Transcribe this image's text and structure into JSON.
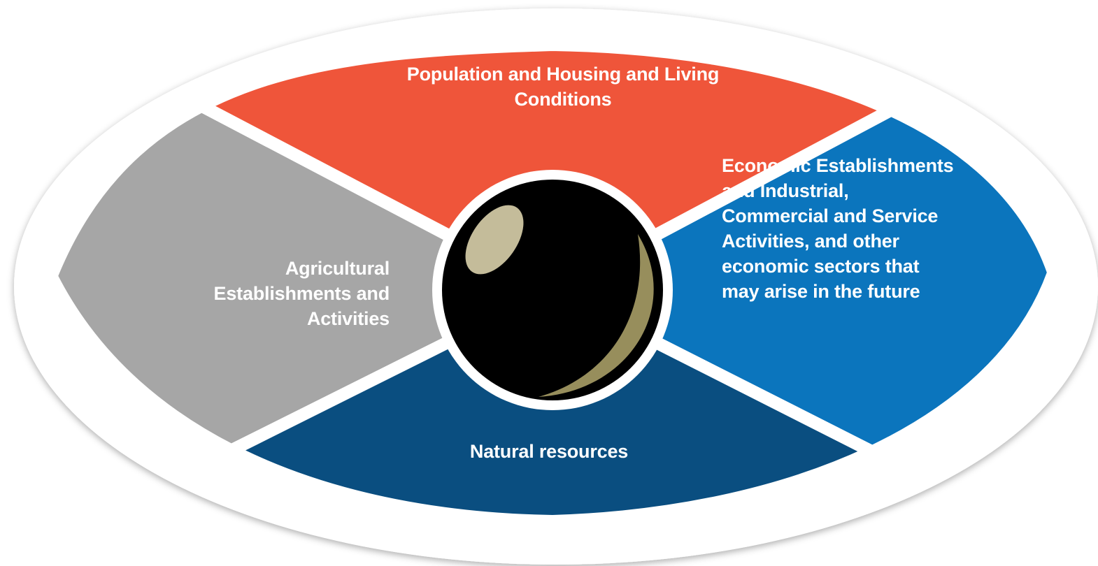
{
  "segments": {
    "top": {
      "label": "Population and Housing and Living Conditions",
      "color": "#EF553A"
    },
    "left": {
      "label": "Agricultural Establishments and Activities",
      "color": "#A6A6A6"
    },
    "right": {
      "label": "Economic Establishments and Industrial, Commercial and Service Activities, and other economic sectors that may arise in the future",
      "color": "#0B75BD"
    },
    "bottom": {
      "label": "Natural resources",
      "color": "#0A4E80"
    }
  },
  "center": {
    "icon": "sphere-icon",
    "colors": {
      "ball": "#000000",
      "highlight": "#C4BC9A",
      "rim": "#978E5C"
    }
  }
}
